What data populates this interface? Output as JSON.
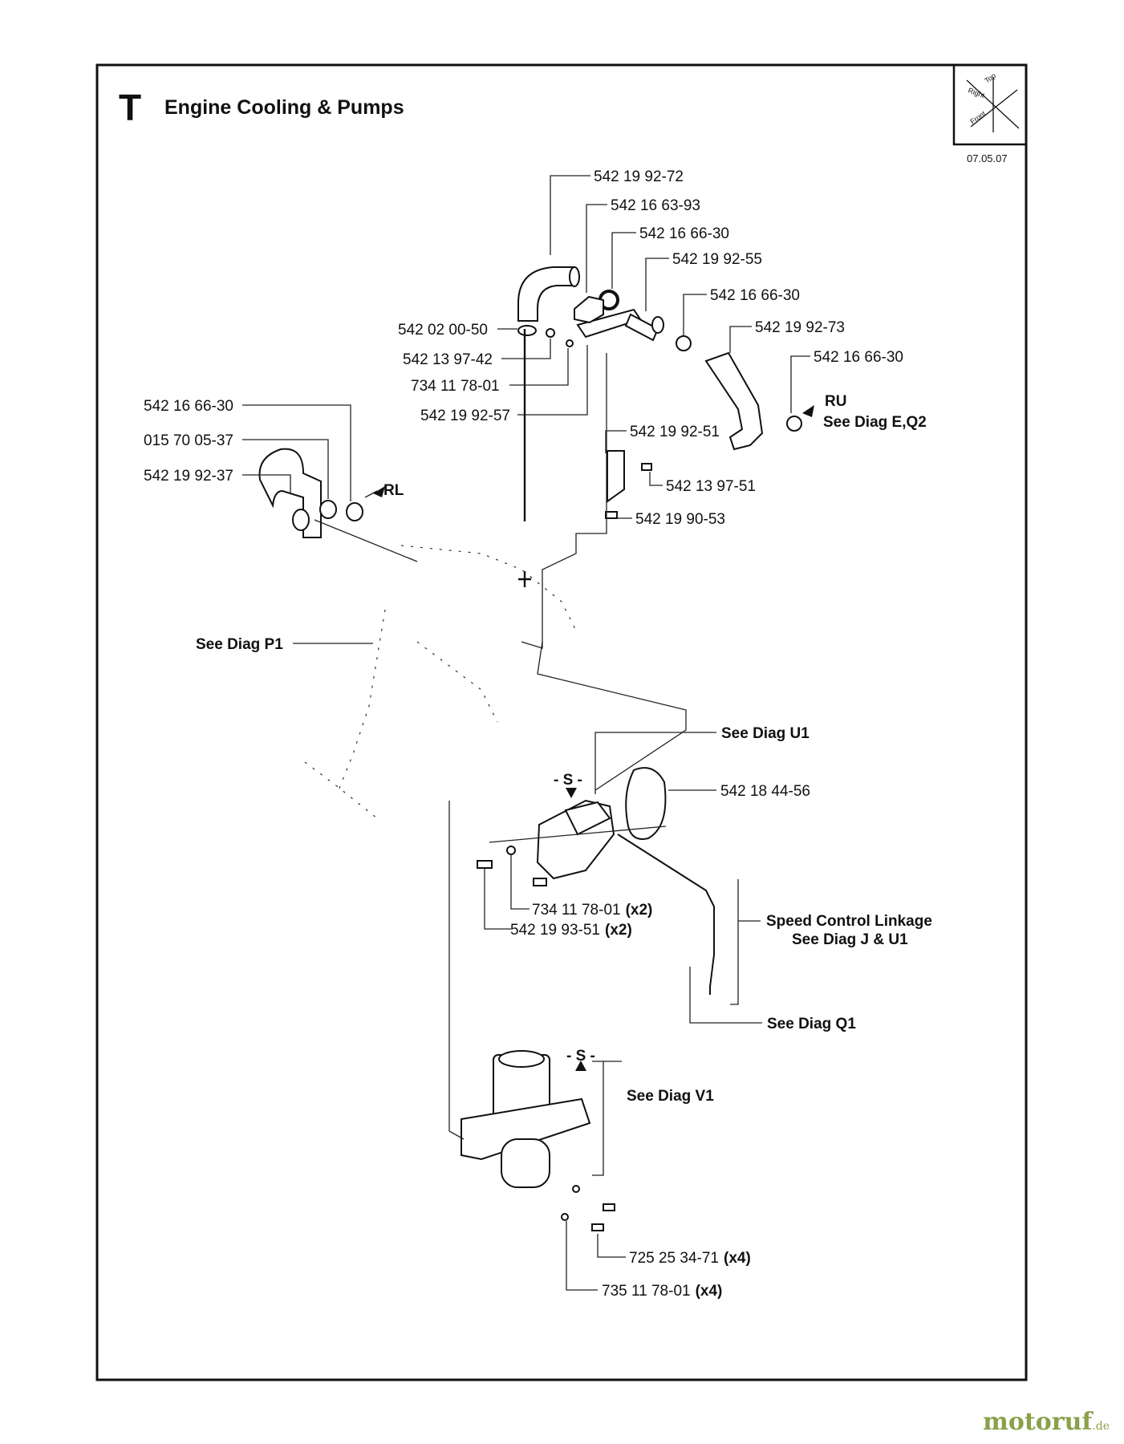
{
  "page": {
    "section_letter": "T",
    "title": "Engine Cooling & Pumps",
    "date": "07.05.07"
  },
  "orientation": {
    "top": "Top",
    "right": "Right",
    "front": "Front"
  },
  "part_numbers": {
    "p1": "542 19 92-72",
    "p2": "542 16 63-93",
    "p3": "542 16 66-30",
    "p4": "542 19 92-55",
    "p5": "542 16 66-30",
    "p6": "542 19 92-73",
    "p7": "542 16 66-30",
    "p8": "542 02 00-50",
    "p9": "542 13 97-42",
    "p10": "734 11 78-01",
    "p11": "542 19 92-57",
    "p12": "542 16 66-30",
    "p13": "015 70 05-37",
    "p14": "542 19 92-37",
    "p15": "542 19 92-51",
    "p16": "542 13 97-51",
    "p17": "542 19 90-53",
    "p18": "542 18 44-56",
    "p19": "734 11 78-01",
    "p20": "542 19 93-51",
    "p21": "725 25 34-71",
    "p22": "735 11 78-01"
  },
  "quantities": {
    "q19": "(x2)",
    "q20": "(x2)",
    "q21": "(x4)",
    "q22": "(x4)"
  },
  "references": {
    "ru": "RU",
    "ru_diag": "See Diag E,Q2",
    "rl": "RL",
    "p1_diag": "See Diag P1",
    "u1_diag": "See Diag U1",
    "s_marker_1": "- S -",
    "s_marker_2": "- S -",
    "speed_line1": "Speed Control Linkage",
    "speed_line2": "See Diag J & U1",
    "q1_diag": "See Diag Q1",
    "v1_diag": "See Diag V1"
  },
  "watermark": {
    "brand": "motoruf",
    "suffix": ".de"
  }
}
